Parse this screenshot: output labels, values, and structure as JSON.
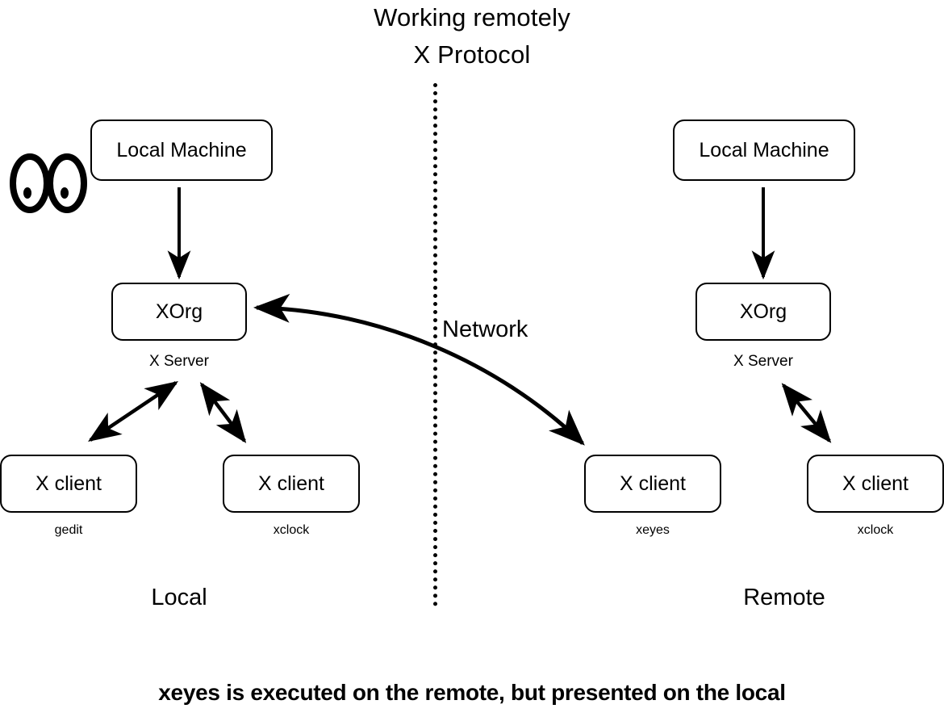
{
  "title": {
    "line1": "Working remotely",
    "line2": "X Protocol"
  },
  "divider": {
    "label": "Network"
  },
  "zones": {
    "local": "Local",
    "remote": "Remote"
  },
  "icons": {
    "eyes": "eyes-icon"
  },
  "local": {
    "machine": {
      "label": "Local Machine"
    },
    "server": {
      "label": "XOrg",
      "caption": "X Server"
    },
    "clients": [
      {
        "label": "X client",
        "caption": "gedit"
      },
      {
        "label": "X client",
        "caption": "xclock"
      }
    ]
  },
  "remote": {
    "machine": {
      "label": "Local Machine"
    },
    "server": {
      "label": "XOrg",
      "caption": "X Server"
    },
    "clients": [
      {
        "label": "X client",
        "caption": "xeyes"
      },
      {
        "label": "X client",
        "caption": "xclock"
      }
    ]
  },
  "footer": {
    "text": "xeyes is executed on the remote, but presented on the local"
  },
  "colors": {
    "ink": "#000000",
    "paper": "#ffffff"
  }
}
